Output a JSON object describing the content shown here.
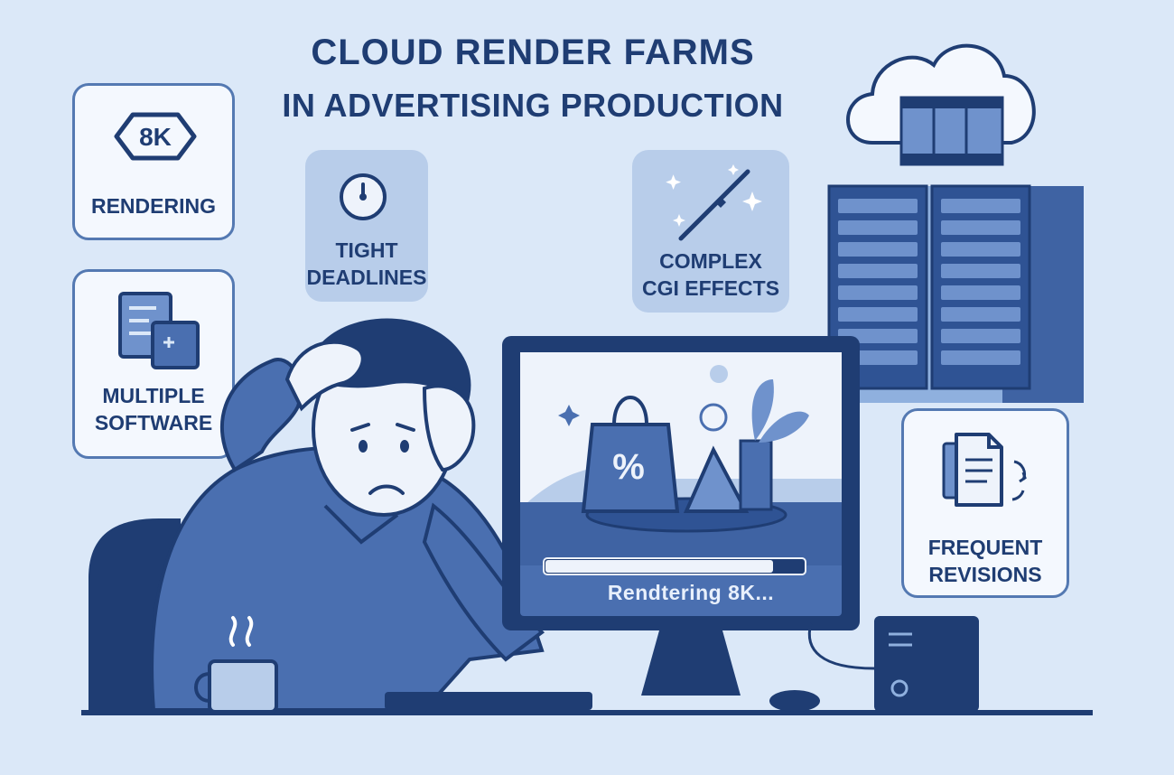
{
  "title": {
    "line1": "CLOUD RENDER FARMS",
    "line2": "IN ADVERTISING PRODUCTION"
  },
  "cards": {
    "rendering": {
      "badge": "8K",
      "label": "RENDERING",
      "icon": "8k-badge-icon"
    },
    "multiple_software": {
      "label": "MULTIPLE\nSOFTWARE",
      "icon": "windows-stack-icon"
    },
    "tight_deadlines": {
      "label": "TIGHT\nDEADLINES",
      "icon": "clock-icon"
    },
    "complex_cgi": {
      "label": "COMPLEX\nCGI EFFECTS",
      "icon": "magic-wand-icon"
    },
    "frequent_revisions": {
      "label": "FREQUENT\nREVISIONS",
      "icon": "document-revision-icon"
    }
  },
  "monitor": {
    "status_text": "Rendtering 8K...",
    "progress": 0.88,
    "bag_symbol": "%"
  },
  "colors": {
    "background": "#dbe8f8",
    "primary": "#1f3d73",
    "accent": "#4a6fb0",
    "light": "#f4f8fe"
  }
}
